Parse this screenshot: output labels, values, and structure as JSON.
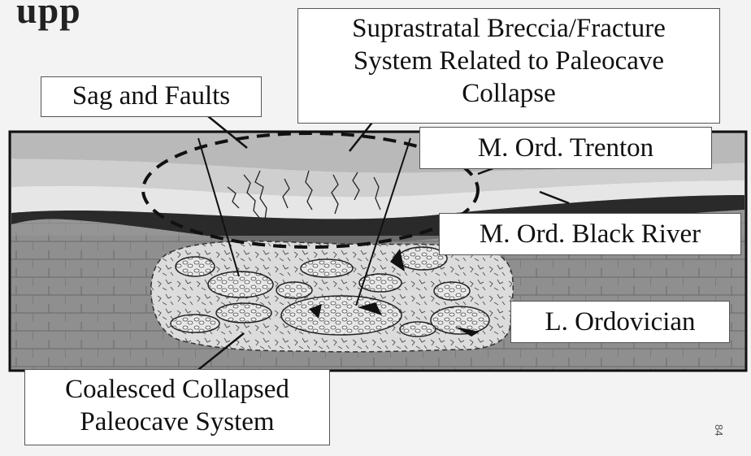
{
  "title_fragment": "upp",
  "labels": {
    "sag_faults": "Sag and Faults",
    "breccia_line1": "Suprastratal Breccia/Fracture",
    "breccia_line2": "System Related to Paleocave",
    "breccia_line3": "Collapse",
    "trenton": "M. Ord. Trenton",
    "black_river": "M. Ord. Black River",
    "l_ordovician": "L. Ordovician",
    "coalesced_line1": "Coalesced Collapsed",
    "coalesced_line2": "Paleocave System"
  },
  "page_number": "84",
  "colors": {
    "trenton_band": "#c9c9c9",
    "black_river_band": "#2a2a2a",
    "ordovician_fill": "#8f8f8f",
    "cave_fill": "#d8d8d8"
  }
}
